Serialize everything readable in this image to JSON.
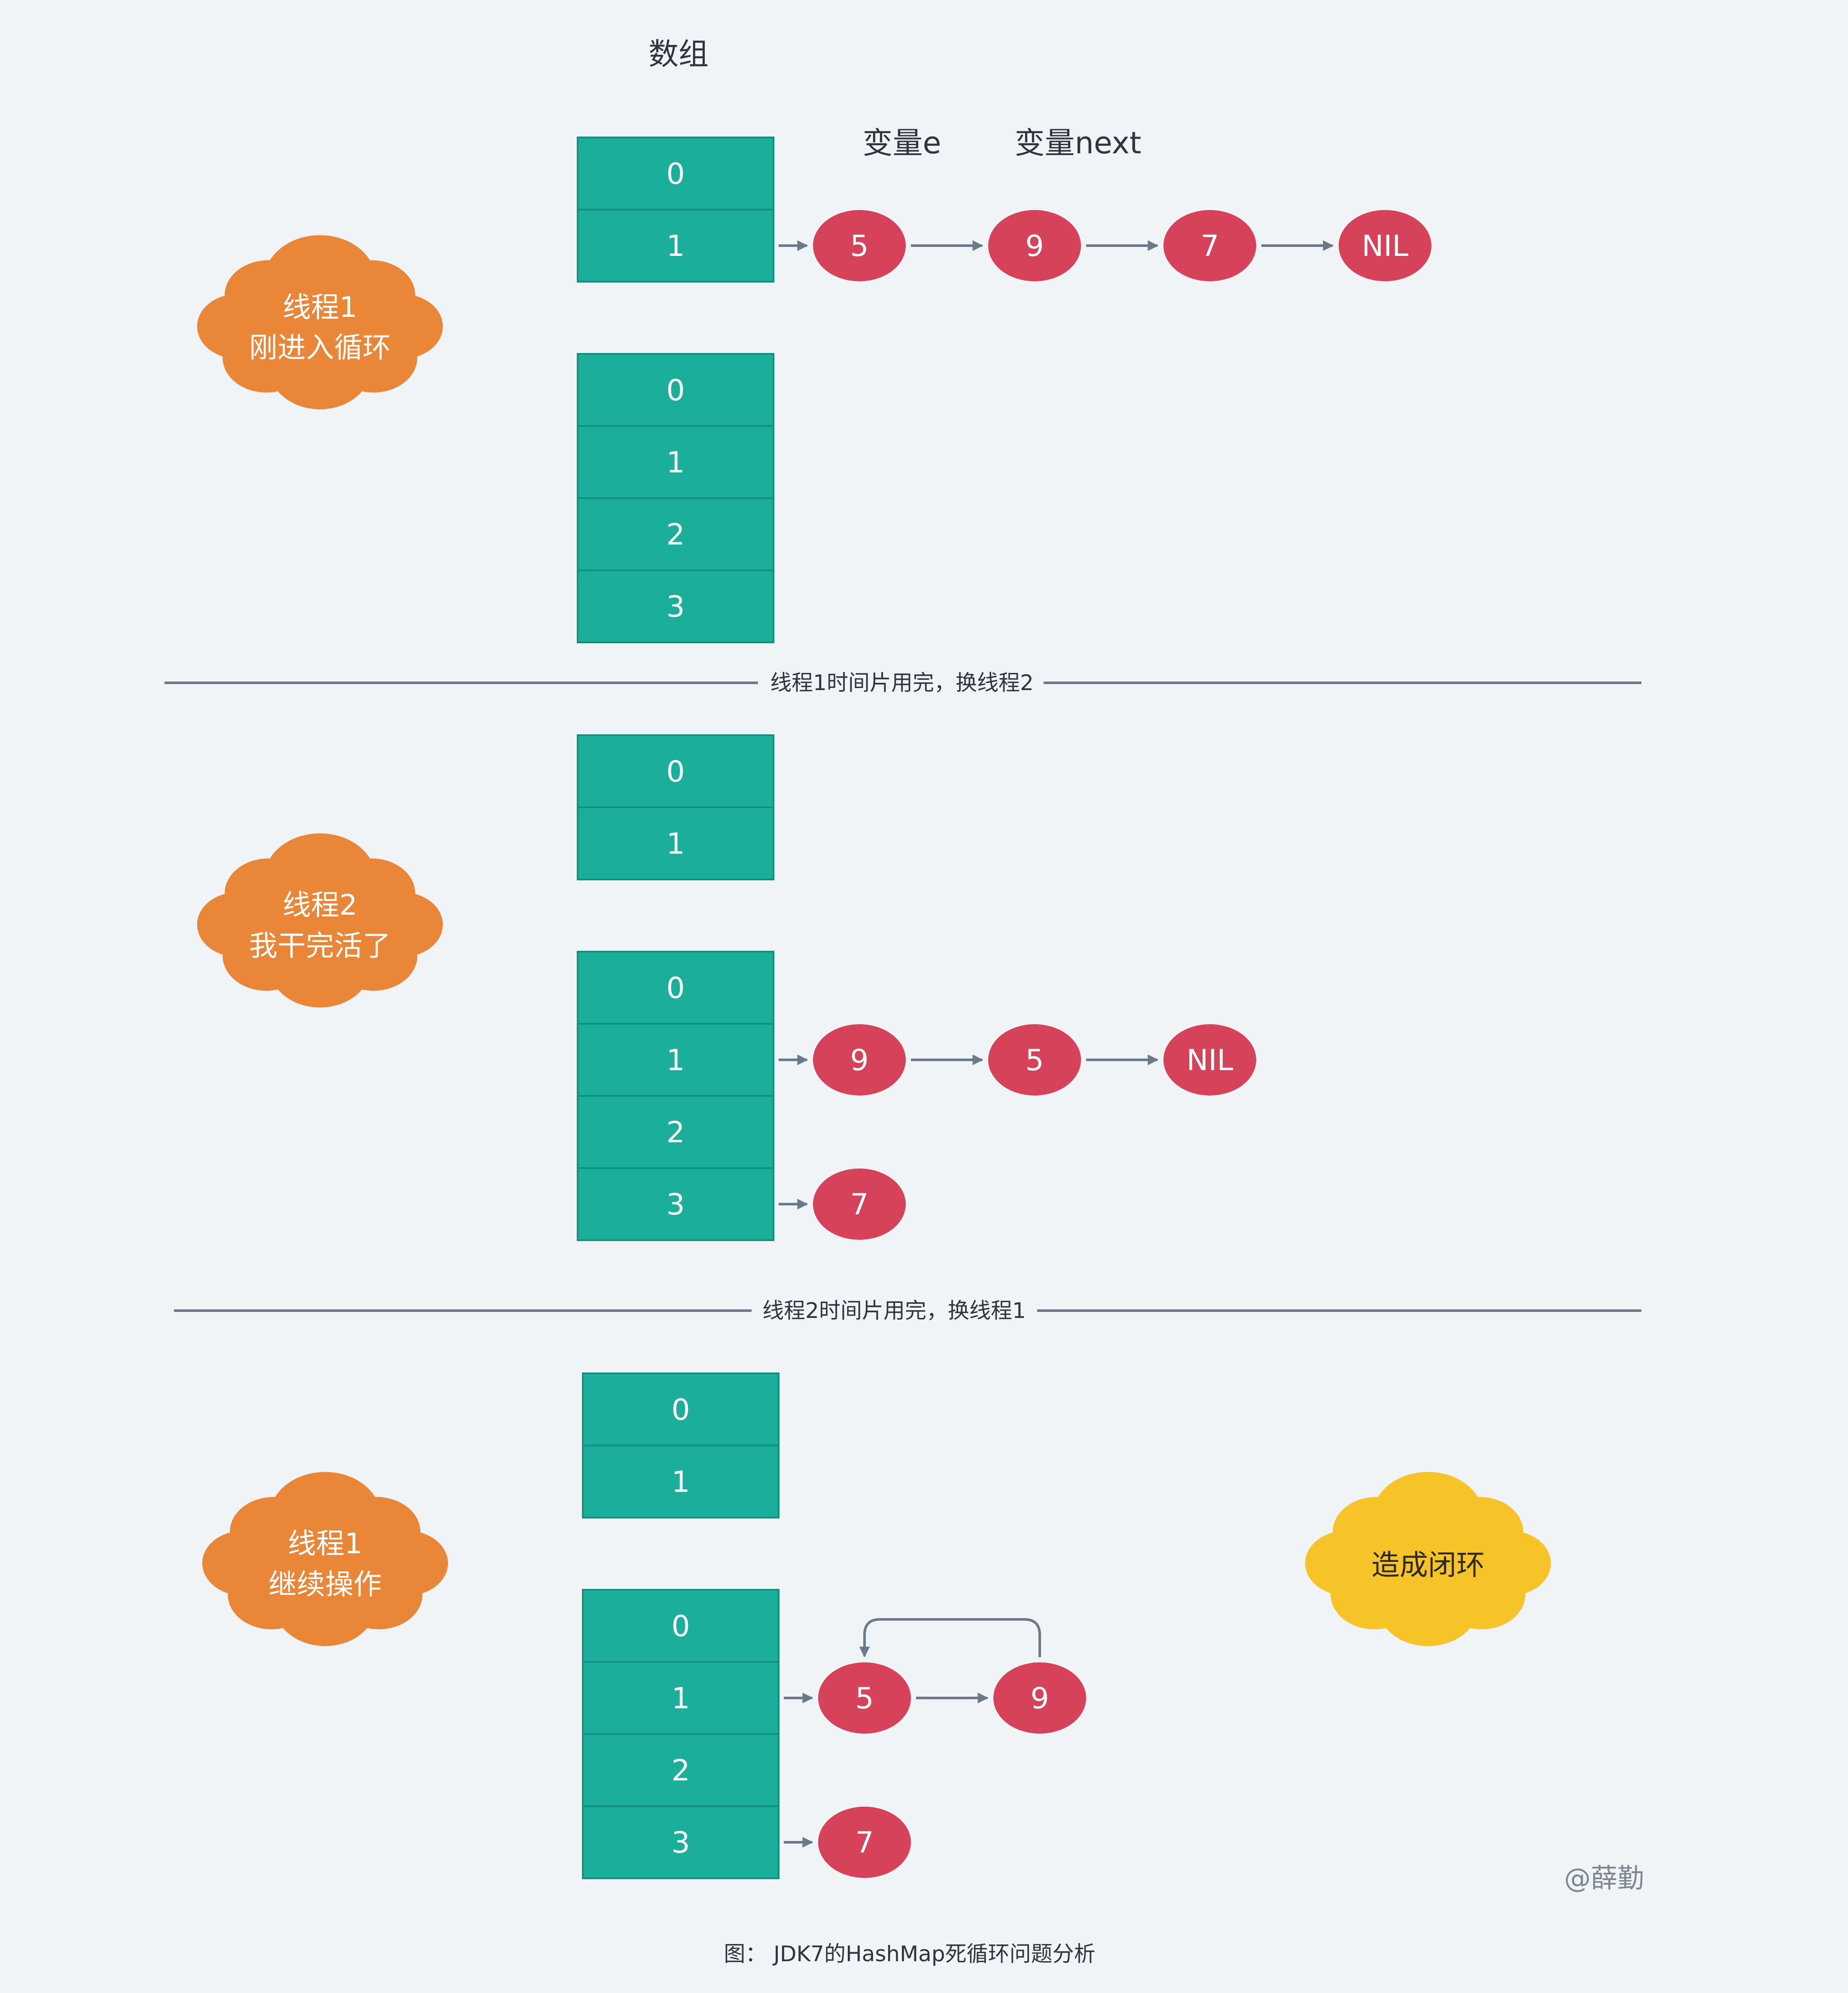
{
  "colors": {
    "background": "#f1f4f7",
    "array_cell": "#1aae9b",
    "array_cell_border": "#128f7f",
    "node": "#d6425a",
    "arrow": "#6a7a8b",
    "divider": "#6a7a8b",
    "cloud_orange": "#ea8637",
    "cloud_yellow": "#f6c328",
    "text": "#2d3640"
  },
  "labels": {
    "array_title": "数组",
    "var_e": "变量e",
    "var_next": "变量next"
  },
  "dividers": [
    {
      "text": "线程1时间片用完，换线程2"
    },
    {
      "text": "线程2时间片用完，换线程1"
    }
  ],
  "clouds": [
    {
      "color": "orange",
      "lines": [
        "线程1",
        "刚进入循环"
      ]
    },
    {
      "color": "orange",
      "lines": [
        "线程2",
        "我干完活了"
      ]
    },
    {
      "color": "orange",
      "lines": [
        "线程1",
        "继续操作"
      ]
    },
    {
      "color": "yellow",
      "lines": [
        "造成闭环"
      ]
    }
  ],
  "arrays": [
    {
      "id": "s1-old",
      "cells": [
        "0",
        "1"
      ]
    },
    {
      "id": "s1-new",
      "cells": [
        "0",
        "1",
        "2",
        "3"
      ]
    },
    {
      "id": "s2-old",
      "cells": [
        "0",
        "1"
      ]
    },
    {
      "id": "s2-new",
      "cells": [
        "0",
        "1",
        "2",
        "3"
      ]
    },
    {
      "id": "s3-old",
      "cells": [
        "0",
        "1"
      ]
    },
    {
      "id": "s3-new",
      "cells": [
        "0",
        "1",
        "2",
        "3"
      ]
    }
  ],
  "chains": [
    {
      "array": "s1-old",
      "row": 1,
      "nodes": [
        "5",
        "9",
        "7",
        "NIL"
      ]
    },
    {
      "array": "s2-new",
      "row": 1,
      "nodes": [
        "9",
        "5",
        "NIL"
      ]
    },
    {
      "array": "s2-new",
      "row": 3,
      "nodes": [
        "7"
      ]
    },
    {
      "array": "s3-new",
      "row": 1,
      "nodes": [
        "5",
        "9"
      ],
      "loop_back": true
    },
    {
      "array": "s3-new",
      "row": 3,
      "nodes": [
        "7"
      ]
    }
  ],
  "caption": "图：  JDK7的HashMap死循环问题分析",
  "credit": "@薛勤"
}
